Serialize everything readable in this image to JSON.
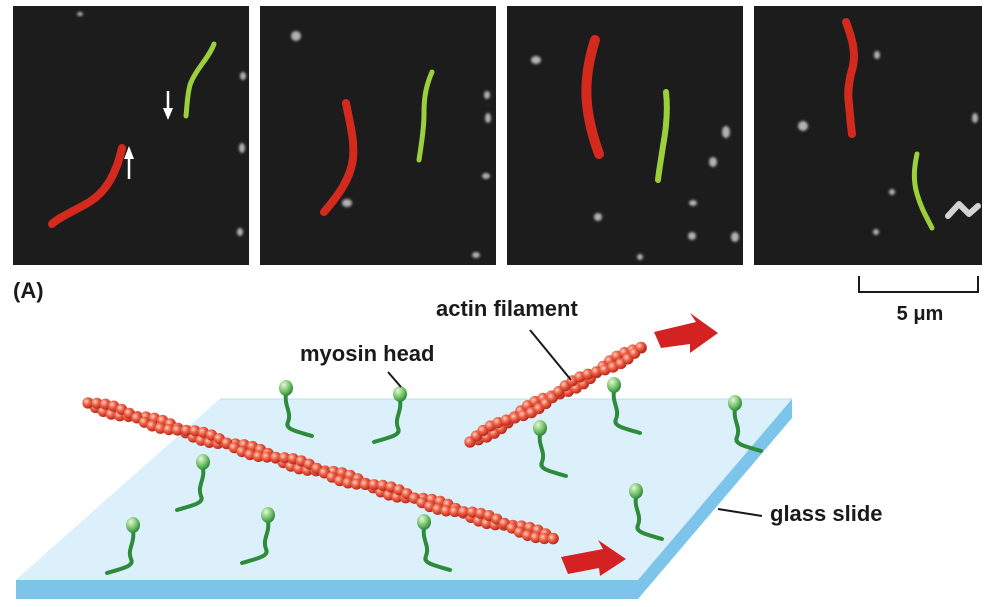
{
  "panel_label": "(A)",
  "scale_bar": {
    "label": "5 μm"
  },
  "labels": {
    "actin_filament": "actin filament",
    "myosin_head": "myosin head",
    "glass_slide": "glass slide"
  },
  "colors": {
    "frame_background": "#1c1c1c",
    "actin_red": "#d42a1e",
    "actin_green": "#9ccf3c",
    "slide_top": "#dcf0fb",
    "slide_edge": "#7cc4ea",
    "myosin_green": "#2e8b3a",
    "arrow_red": "#d42222"
  },
  "micrograph_panels": [
    {
      "name": "frame-1",
      "has_motion_arrows": true
    },
    {
      "name": "frame-2",
      "has_motion_arrows": false
    },
    {
      "name": "frame-3",
      "has_motion_arrows": false
    },
    {
      "name": "frame-4",
      "has_motion_arrows": false
    }
  ]
}
